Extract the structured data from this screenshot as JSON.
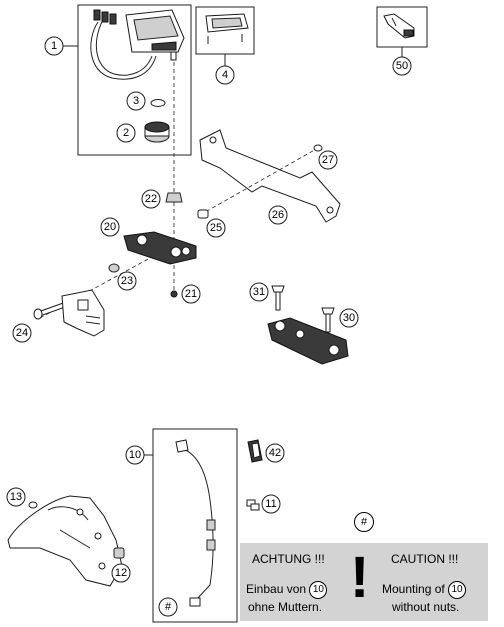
{
  "callouts": {
    "c1": "1",
    "c2": "2",
    "c3": "3",
    "c4": "4",
    "c50": "50",
    "c22": "22",
    "c27": "27",
    "c26": "26",
    "c20": "20",
    "c25": "25",
    "c23": "23",
    "c21": "21",
    "c24": "24",
    "c31": "31",
    "c30": "30",
    "c10": "10",
    "c42": "42",
    "c11": "11",
    "c13": "13",
    "c12": "12",
    "hash_cable": "#"
  },
  "warning": {
    "hash": "#",
    "left_heading": "ACHTUNG !!!",
    "right_heading": "CAUTION !!!",
    "left_line1_prefix": "Einbau von",
    "left_line1_ref": "10",
    "left_line2": "ohne Muttern.",
    "right_line1_prefix": "Mounting of",
    "right_line1_ref": "10",
    "right_line2": "without nuts.",
    "exclamation": "!"
  },
  "colors": {
    "panel": "#d3d3d3",
    "ink": "#1a1a1a",
    "paper": "#ffffff"
  }
}
